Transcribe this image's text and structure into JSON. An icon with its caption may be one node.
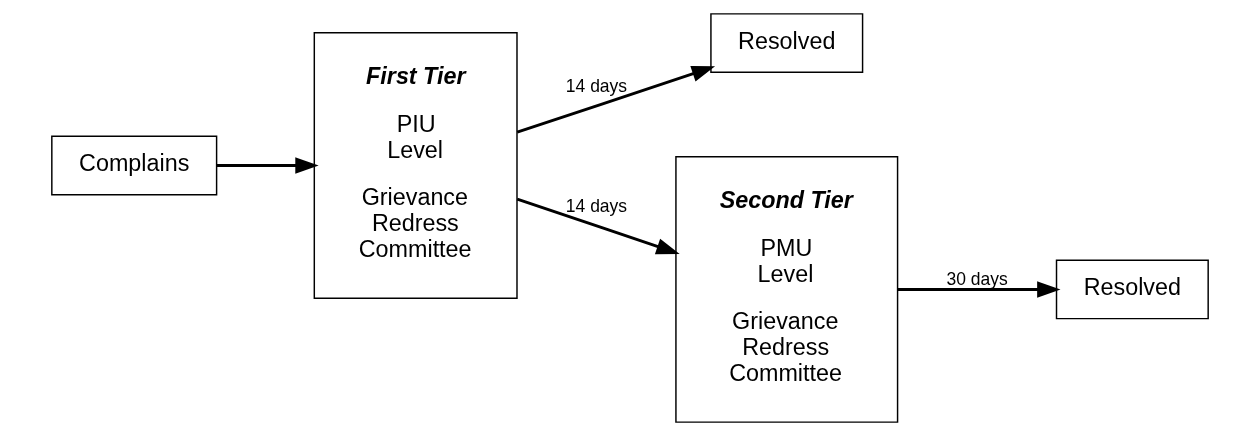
{
  "diagram": {
    "nodes": [
      {
        "text": [
          "Complains"
        ]
      },
      {
        "text": [
          "First Tier",
          "PIU Level",
          "Grievance Redress Committee"
        ]
      },
      {
        "text": [
          "Resolved"
        ]
      },
      {
        "text": [
          "Second Tier",
          "PMU Level",
          "Grievance Redress Committee"
        ]
      },
      {
        "text": [
          "Resolved"
        ]
      }
    ],
    "edges": [
      {
        "from": 0,
        "to": 1,
        "arrow": "to"
      },
      {
        "from": 1,
        "to": 2,
        "arrow": "to",
        "label": "14 days"
      },
      {
        "from": 1,
        "to": 3,
        "arrow": "to",
        "label": "14 days"
      },
      {
        "from": 3,
        "to": 4,
        "arrow": "to",
        "label": "30 days"
      }
    ]
  }
}
